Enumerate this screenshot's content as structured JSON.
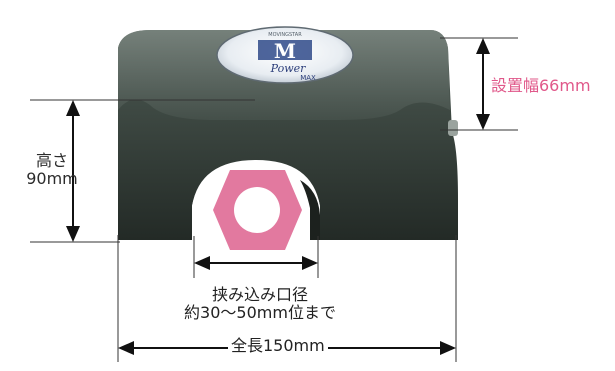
{
  "product": {
    "logo_letter": "M",
    "logo_script": "Power",
    "logo_max": "MAX",
    "logo_band_text": "MOVINGSTAR"
  },
  "dimensions": {
    "install_width": "設置幅66mm",
    "height_line1": "高さ",
    "height_line2": "90mm",
    "jaw_line1": "挟み込み口径",
    "jaw_line2": "約30〜50mm位まで",
    "total_length": "全長150mm"
  },
  "colors": {
    "body": "#3f4a44",
    "body_dark": "#252b28",
    "hex_nut": "#e2799f",
    "accent_text": "#e0588a"
  }
}
